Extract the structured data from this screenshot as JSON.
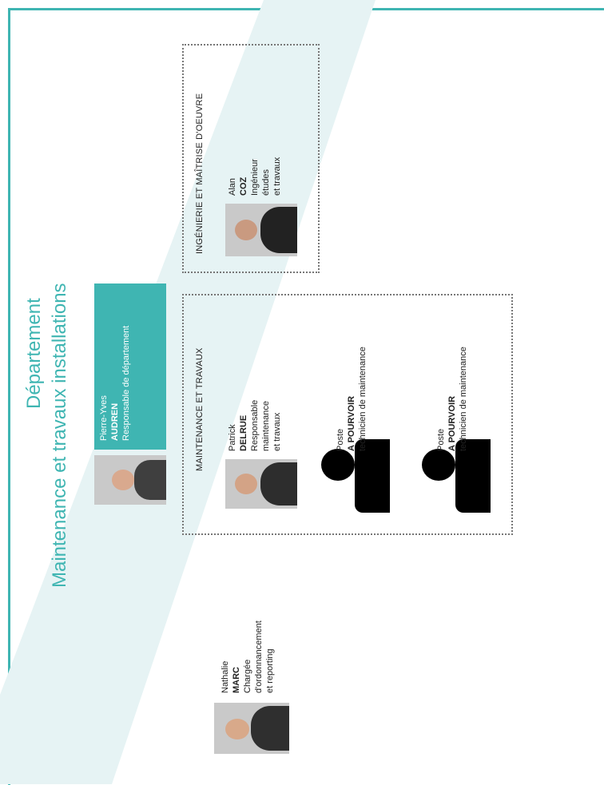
{
  "title": {
    "line1": "Département",
    "line2": "Maintenance et travaux installations"
  },
  "head": {
    "first": "Pierre-Yves",
    "last": "AUDREN",
    "role": "Responsable de département"
  },
  "sections": {
    "ingenierie": "INGÉNIERIE ET MAÎTRISE D'OEUVRE",
    "maintenance": "MAINTENANCE ET TRAVAUX"
  },
  "people": {
    "alan": {
      "first": "Alan",
      "last": "COZ",
      "role1": "Ingénieur",
      "role2": "études",
      "role3": "et travaux"
    },
    "patrick": {
      "first": "Patrick",
      "last": "DELRUE",
      "role1": "Responsable",
      "role2": "maintenance",
      "role3": "et travaux"
    },
    "poste1": {
      "first": "Poste",
      "last": "A POURVOIR",
      "role1": "technicien de maintenance"
    },
    "poste2": {
      "first": "Poste",
      "last": "A POURVOIR",
      "role1": "technicien de maintenance"
    },
    "nathalie": {
      "first": "Nathalie",
      "last": "MARC",
      "role1": "Chargée",
      "role2": "d'ordonnancement",
      "role3": "et reporting"
    }
  },
  "colors": {
    "accent": "#3fb5b2",
    "band": "#e6f3f4"
  }
}
